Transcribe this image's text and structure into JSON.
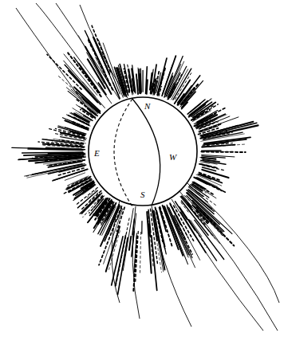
{
  "diagram": {
    "nodes": [
      {
        "text": [
          "N",
          "E",
          "W",
          "S"
        ]
      }
    ]
  }
}
